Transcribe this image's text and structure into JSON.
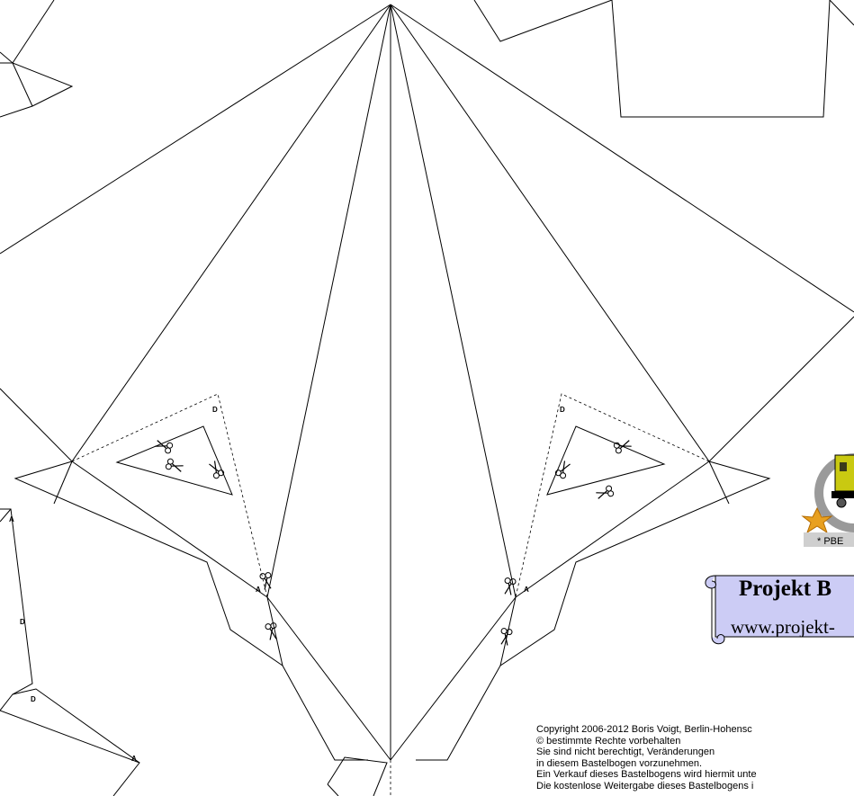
{
  "banner": {
    "title": "Projekt B",
    "url": "www.projekt-"
  },
  "logo": {
    "caption": "* PBE",
    "colors": {
      "ring": "#9a9a9a",
      "train": "#c9c911",
      "star": "#e8a020"
    }
  },
  "copyright_lines": [
    "Copyright  2006-2012 Boris Voigt, Berlin-Hohensc",
    "© bestimmte Rechte vorbehalten",
    "Sie sind nicht berechtigt, Veränderungen",
    "in diesem Bastelbogen vorzunehmen.",
    "Ein Verkauf dieses Bastelbogens wird hiermit unte",
    "Die kostenlose Weitergabe dieses Bastelbogens i"
  ],
  "markers": {
    "a": "A",
    "d": "D"
  },
  "colors": {
    "line": "#000000",
    "banner_fill": "#ccccf5"
  },
  "icons": [
    "scissors-icon",
    "locomotive-logo-icon",
    "star-icon"
  ]
}
